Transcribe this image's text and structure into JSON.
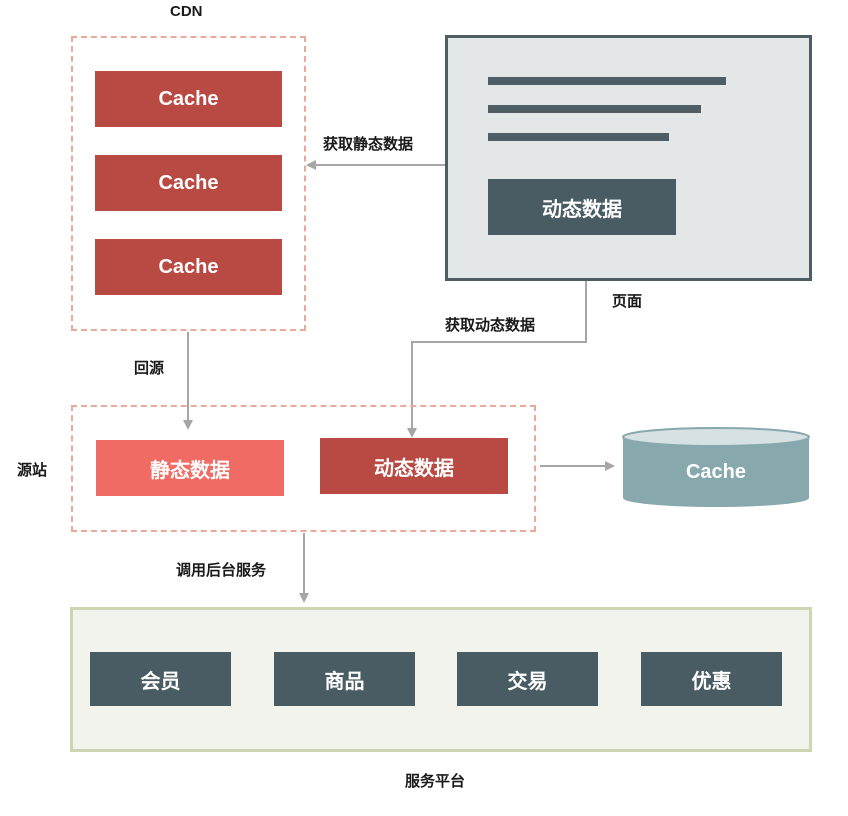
{
  "cdn": {
    "title": "CDN",
    "caches": [
      "Cache",
      "Cache",
      "Cache"
    ]
  },
  "page": {
    "title": "页面",
    "dynamic_block": "动态数据"
  },
  "edges": {
    "get_static": "获取静态数据",
    "get_dynamic": "获取动态数据",
    "back_to_origin": "回源",
    "call_backend": "调用后台服务"
  },
  "origin": {
    "title": "源站",
    "static_box": "静态数据",
    "dynamic_box": "动态数据"
  },
  "cache_store": {
    "label": "Cache"
  },
  "platform": {
    "title": "服务平台",
    "services": [
      "会员",
      "商品",
      "交易",
      "优惠"
    ]
  },
  "colors": {
    "cache_red": "#b94a43",
    "static_salmon": "#ef6b63",
    "slate": "#4a5c63",
    "cylinder_teal": "#87a8ad",
    "dashed_border": "#e9aa9b",
    "platform_border": "#cdd6b3",
    "arrow_gray": "#a6a6a6"
  }
}
